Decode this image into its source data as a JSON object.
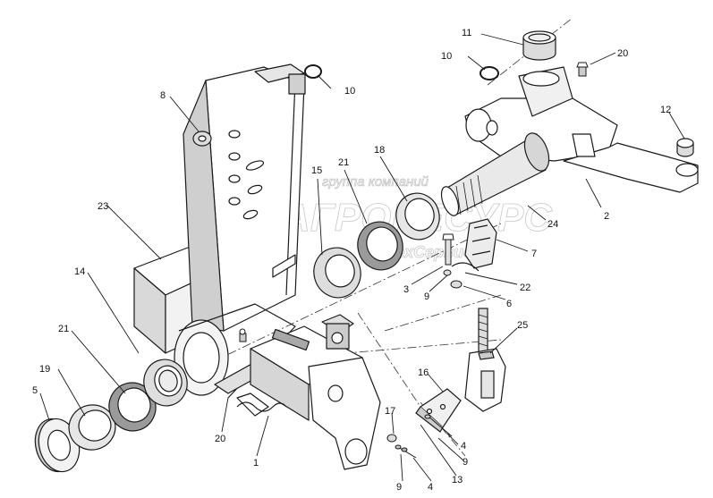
{
  "watermark": {
    "line1": "группа компаний",
    "line2": "АГРОРЕСУРС",
    "line3": "ТехСервис"
  },
  "callouts": {
    "c1": "1",
    "c2": "2",
    "c3": "3",
    "c4a": "4",
    "c4b": "4",
    "c5": "5",
    "c6": "6",
    "c7": "7",
    "c8": "8",
    "c9a": "9",
    "c9b": "9",
    "c9c": "9",
    "c10a": "10",
    "c10b": "10",
    "c11": "11",
    "c12": "12",
    "c13": "13",
    "c14": "14",
    "c15": "15",
    "c16": "16",
    "c17": "17",
    "c18": "18",
    "c19": "19",
    "c20a": "20",
    "c20b": "20",
    "c21a": "21",
    "c21b": "21",
    "c22": "22",
    "c23": "23",
    "c24": "24",
    "c25": "25"
  },
  "colors": {
    "line": "#1a1a1a",
    "shade": "#bfbfbf",
    "dark_shade": "#8f8f8f",
    "watermark": "#c8c8c8"
  }
}
